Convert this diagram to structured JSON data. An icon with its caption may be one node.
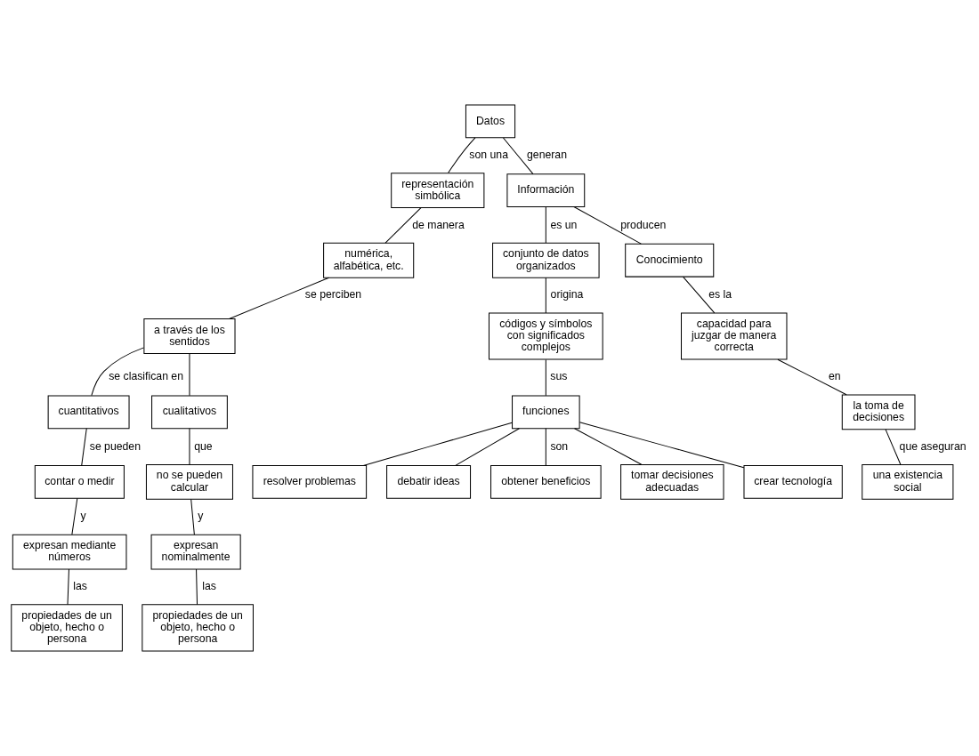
{
  "diagram": {
    "nodes": [
      {
        "text": [
          "Datos"
        ]
      },
      {
        "text": [
          "representación simbólica"
        ]
      },
      {
        "text": [
          "numérica, alfabética, etc."
        ]
      },
      {
        "text": [
          "a través de los sentidos"
        ]
      },
      {
        "text": [
          "cuantitativos"
        ]
      },
      {
        "text": [
          "cualitativos"
        ]
      },
      {
        "text": [
          "contar o medir"
        ]
      },
      {
        "text": [
          "expresan mediante números"
        ]
      },
      {
        "text": [
          "propiedades de un objeto, hecho o persona"
        ]
      },
      {
        "text": [
          "no se pueden calcular"
        ]
      },
      {
        "text": [
          "expresan nominalmente"
        ]
      },
      {
        "text": [
          "propiedades de un objeto, hecho o persona"
        ]
      },
      {
        "text": [
          "Información"
        ]
      },
      {
        "text": [
          "conjunto de datos organizados"
        ]
      },
      {
        "text": [
          "códigos y símbolos con significados complejos"
        ]
      },
      {
        "text": [
          "funciones"
        ]
      },
      {
        "text": [
          "resolver problemas"
        ]
      },
      {
        "text": [
          "debatir ideas"
        ]
      },
      {
        "text": [
          "obtener beneficios"
        ]
      },
      {
        "text": [
          "tomar decisiones adecuadas"
        ]
      },
      {
        "text": [
          "crear tecnología"
        ]
      },
      {
        "text": [
          "Conocimiento"
        ]
      },
      {
        "text": [
          "capacidad para juzgar de manera correcta"
        ]
      },
      {
        "text": [
          "la toma de decisiones"
        ]
      },
      {
        "text": [
          "una existencia social"
        ]
      }
    ],
    "edges": [
      {
        "from": 0,
        "to": 12,
        "arrow": "none",
        "label": "generan"
      },
      {
        "from": 0,
        "to": 1,
        "arrow": "none",
        "label": "son una"
      },
      {
        "from": 1,
        "to": 2,
        "arrow": "none",
        "label": "de manera"
      },
      {
        "from": 2,
        "to": 3,
        "arrow": "none",
        "label": "se perciben"
      },
      {
        "from": 3,
        "to": 4,
        "arrow": "none",
        "label": "se clasifican en"
      },
      {
        "from": 3,
        "to": 5,
        "arrow": "none"
      },
      {
        "from": 4,
        "to": 6,
        "arrow": "none",
        "label": "se pueden"
      },
      {
        "from": 6,
        "to": 7,
        "arrow": "none",
        "label": "y"
      },
      {
        "from": 7,
        "to": 8,
        "arrow": "none",
        "label": "las"
      },
      {
        "from": 5,
        "to": 9,
        "arrow": "none",
        "label": "que"
      },
      {
        "from": 9,
        "to": 10,
        "arrow": "none",
        "label": "y"
      },
      {
        "from": 10,
        "to": 11,
        "arrow": "none",
        "label": "las"
      },
      {
        "from": 12,
        "to": 21,
        "arrow": "none",
        "label": "producen"
      },
      {
        "from": 12,
        "to": 13,
        "arrow": "none",
        "label": "es un"
      },
      {
        "from": 13,
        "to": 14,
        "arrow": "none",
        "label": "origina"
      },
      {
        "from": 14,
        "to": 15,
        "arrow": "none",
        "label": "sus"
      },
      {
        "from": 15,
        "to": 16,
        "arrow": "none"
      },
      {
        "from": 15,
        "to": 17,
        "arrow": "none"
      },
      {
        "from": 15,
        "to": 18,
        "arrow": "none",
        "label": "son"
      },
      {
        "from": 15,
        "to": 19,
        "arrow": "none"
      },
      {
        "from": 15,
        "to": 20,
        "arrow": "none"
      },
      {
        "from": 21,
        "to": 22,
        "arrow": "none",
        "label": "es la"
      },
      {
        "from": 22,
        "to": 23,
        "arrow": "none",
        "label": "en"
      },
      {
        "from": 23,
        "to": 24,
        "arrow": "none",
        "label": "que aseguran"
      }
    ]
  }
}
